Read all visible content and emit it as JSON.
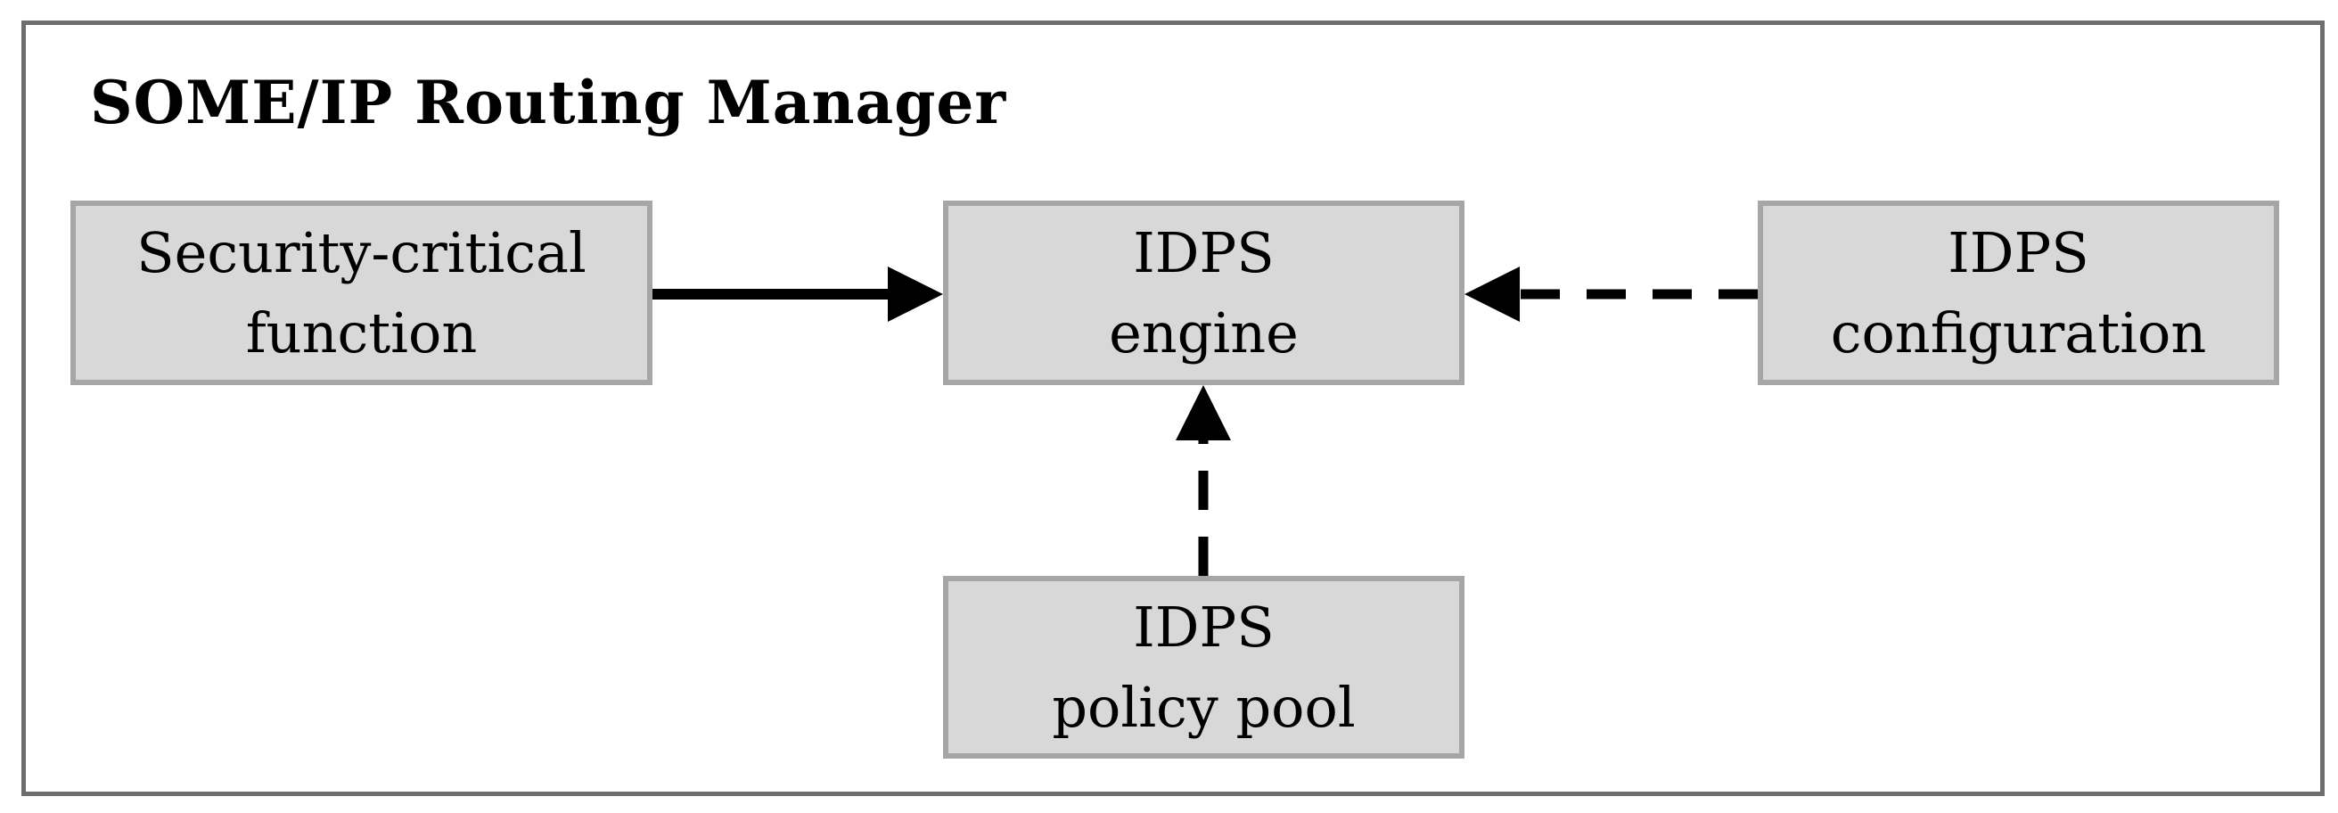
{
  "diagram": {
    "title": "SOME/IP Routing Manager",
    "nodes": [
      {
        "id": "security-critical-function",
        "lines": [
          "Security-critical",
          "function"
        ]
      },
      {
        "id": "idps-engine",
        "lines": [
          "IDPS",
          "engine"
        ]
      },
      {
        "id": "idps-configuration",
        "lines": [
          "IDPS",
          "configuration"
        ]
      },
      {
        "id": "idps-policy-pool",
        "lines": [
          "IDPS",
          "policy pool"
        ]
      }
    ],
    "edges": [
      {
        "from": "security-critical-function",
        "to": "idps-engine",
        "style": "solid",
        "direction": "right"
      },
      {
        "from": "idps-configuration",
        "to": "idps-engine",
        "style": "dashed",
        "direction": "left"
      },
      {
        "from": "idps-policy-pool",
        "to": "idps-engine",
        "style": "dashed",
        "direction": "up"
      }
    ],
    "colors": {
      "background": "#ffffff",
      "frame_border": "#6e6e6e",
      "node_fill": "#d8d8d8",
      "node_border": "#a6a6a6",
      "arrow": "#000000",
      "text": "#000000"
    }
  }
}
